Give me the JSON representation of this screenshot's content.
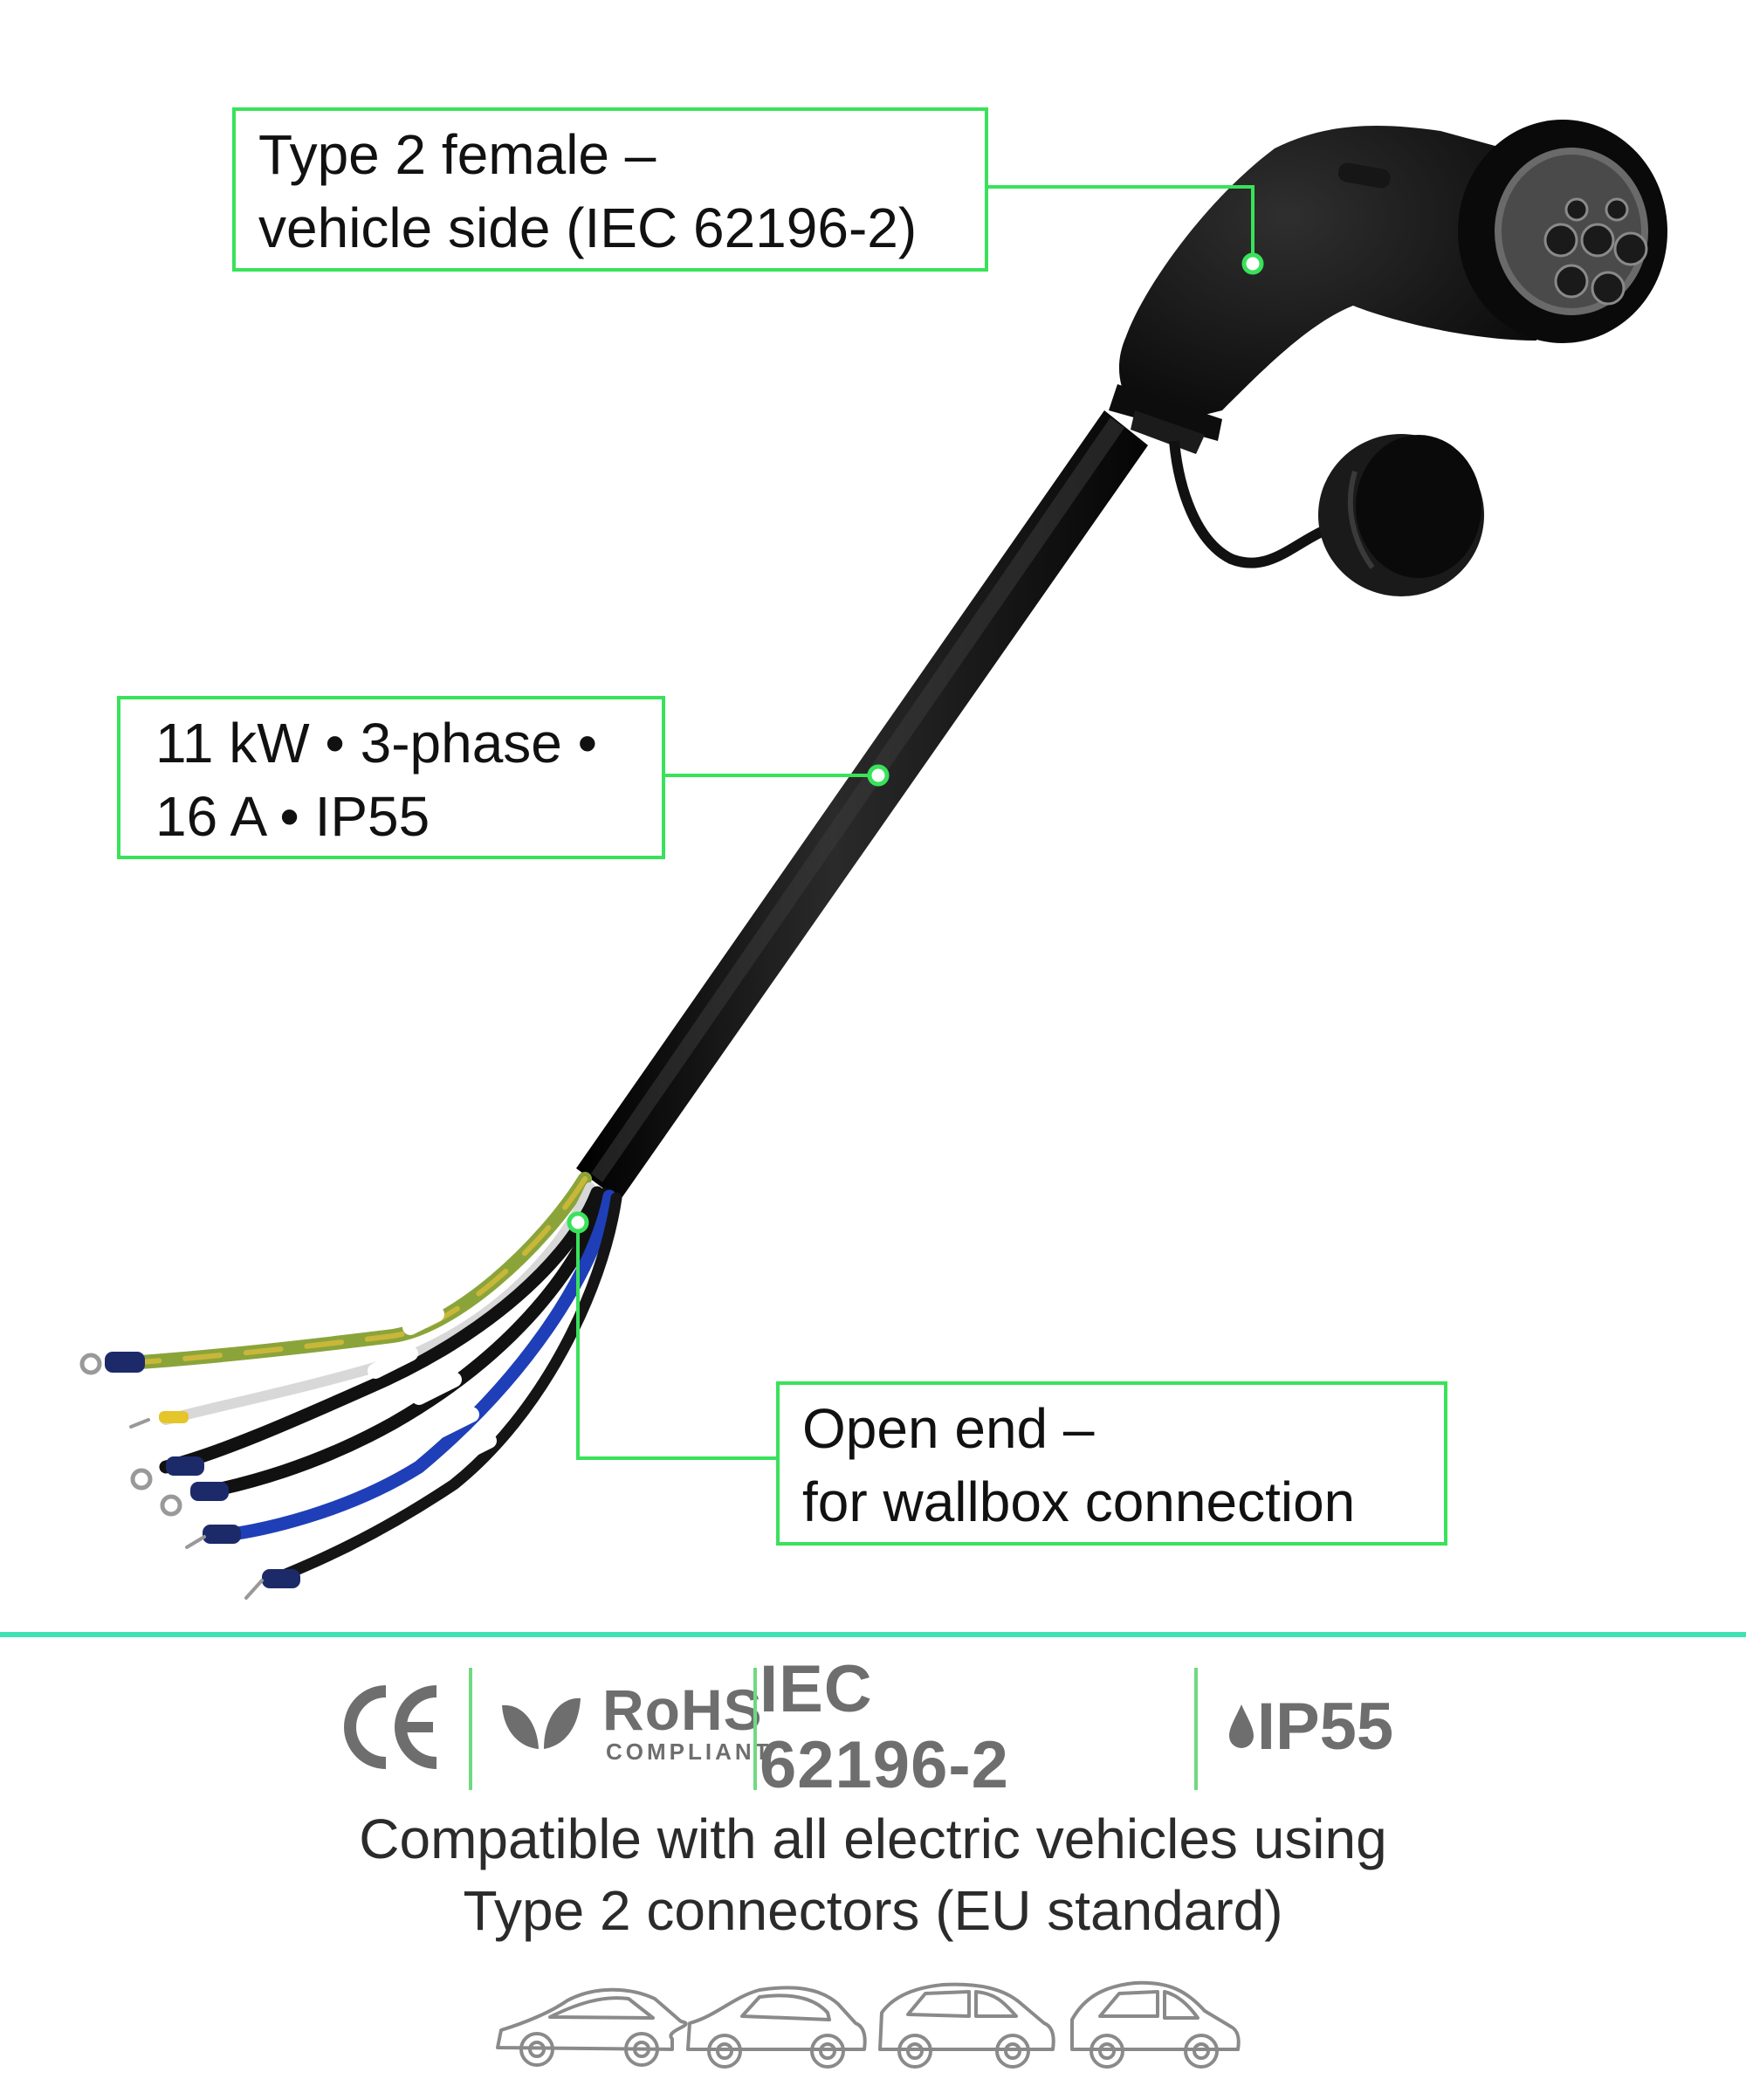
{
  "callouts": {
    "connector": {
      "line1": "Type 2 female –",
      "line2": "vehicle side (IEC 62196-2)"
    },
    "specs": {
      "line1": "11 kW • 3-phase •",
      "line2": "16 A • IP55"
    },
    "open_end": {
      "line1": "Open end –",
      "line2": "for wallbox connection"
    }
  },
  "certifications": {
    "ce": "CE",
    "rohs_main": "RoHS",
    "rohs_sub": "COMPLIANT",
    "standard": "IEC 62196-2",
    "ip_rating": "IP55"
  },
  "compatibility": {
    "line1": "Compatible with all electric vehicles using",
    "line2": "Type 2 connectors (EU standard)"
  },
  "icons": [
    "connector-plug-icon",
    "dust-cap-icon",
    "cable-icon",
    "wire-ends-icon",
    "rohs-leaf-icon",
    "water-drop-icon",
    "car-icon"
  ],
  "colors": {
    "callout_border": "#39e25a",
    "divider": "#3ee3b4",
    "cert_gray": "#6e6e6e",
    "separator": "#6fd982",
    "cable": "#111111",
    "wire_blue": "#1f3fb8",
    "wire_earth_green": "#7a9a2a",
    "wire_earth_yellow": "#c9b73a"
  }
}
